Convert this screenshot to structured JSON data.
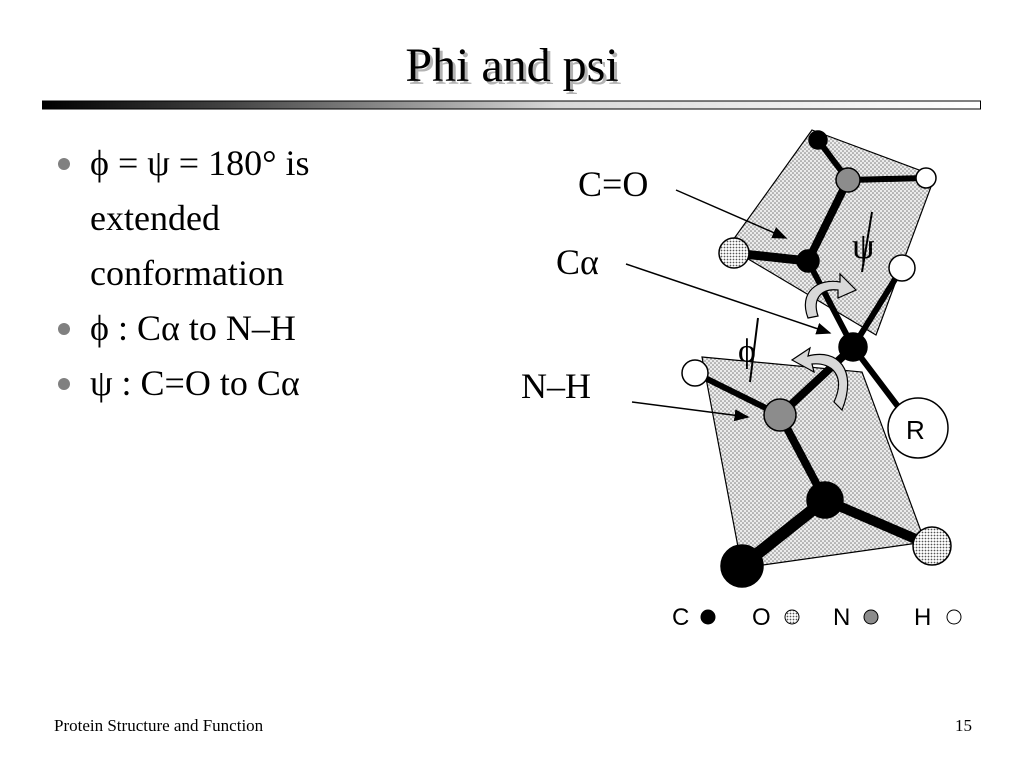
{
  "slide": {
    "title": "Phi and psi",
    "bullets": [
      {
        "lines": [
          "ϕ = ψ = 180° is",
          "extended",
          "conformation"
        ]
      },
      {
        "lines": [
          "ϕ : Cα to N–H"
        ]
      },
      {
        "lines": [
          "ψ : C=O to Cα"
        ]
      }
    ],
    "footer_left": "Protein Structure and Function",
    "page_number": "15"
  },
  "diagram": {
    "labels": {
      "co": "C=O",
      "ca": "Cα",
      "nh": "N–H",
      "psi": "ψ",
      "phi": "ϕ",
      "r": "R"
    },
    "legend": [
      {
        "letter": "C",
        "atom": "carbon",
        "fill": "#000000"
      },
      {
        "letter": "O",
        "atom": "oxygen",
        "fill": "stipple"
      },
      {
        "letter": "N",
        "atom": "nitrogen",
        "fill": "#8c8c8c"
      },
      {
        "letter": "H",
        "atom": "hydrogen",
        "fill": "#ffffff"
      }
    ]
  }
}
